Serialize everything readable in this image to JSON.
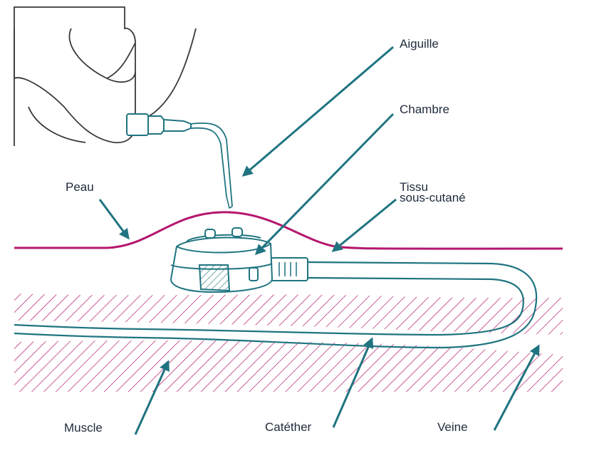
{
  "labels": {
    "aiguille": "Aiguille",
    "chambre": "Chambre",
    "tissu_line1": "Tissu",
    "tissu_line2": "sous-cutané",
    "peau": "Peau",
    "muscle": "Muscle",
    "catheter": "Catéther",
    "veine": "Veine"
  },
  "colors": {
    "teal": "#1f7480",
    "skin": "#b5176e",
    "muscle_hatch": "#b5176e",
    "outline": "#3a3a3a",
    "text": "#1e2a3a"
  },
  "icons": {
    "hand": "hand-illustration",
    "needle": "huber-needle",
    "port": "implantable-port-chamber"
  }
}
